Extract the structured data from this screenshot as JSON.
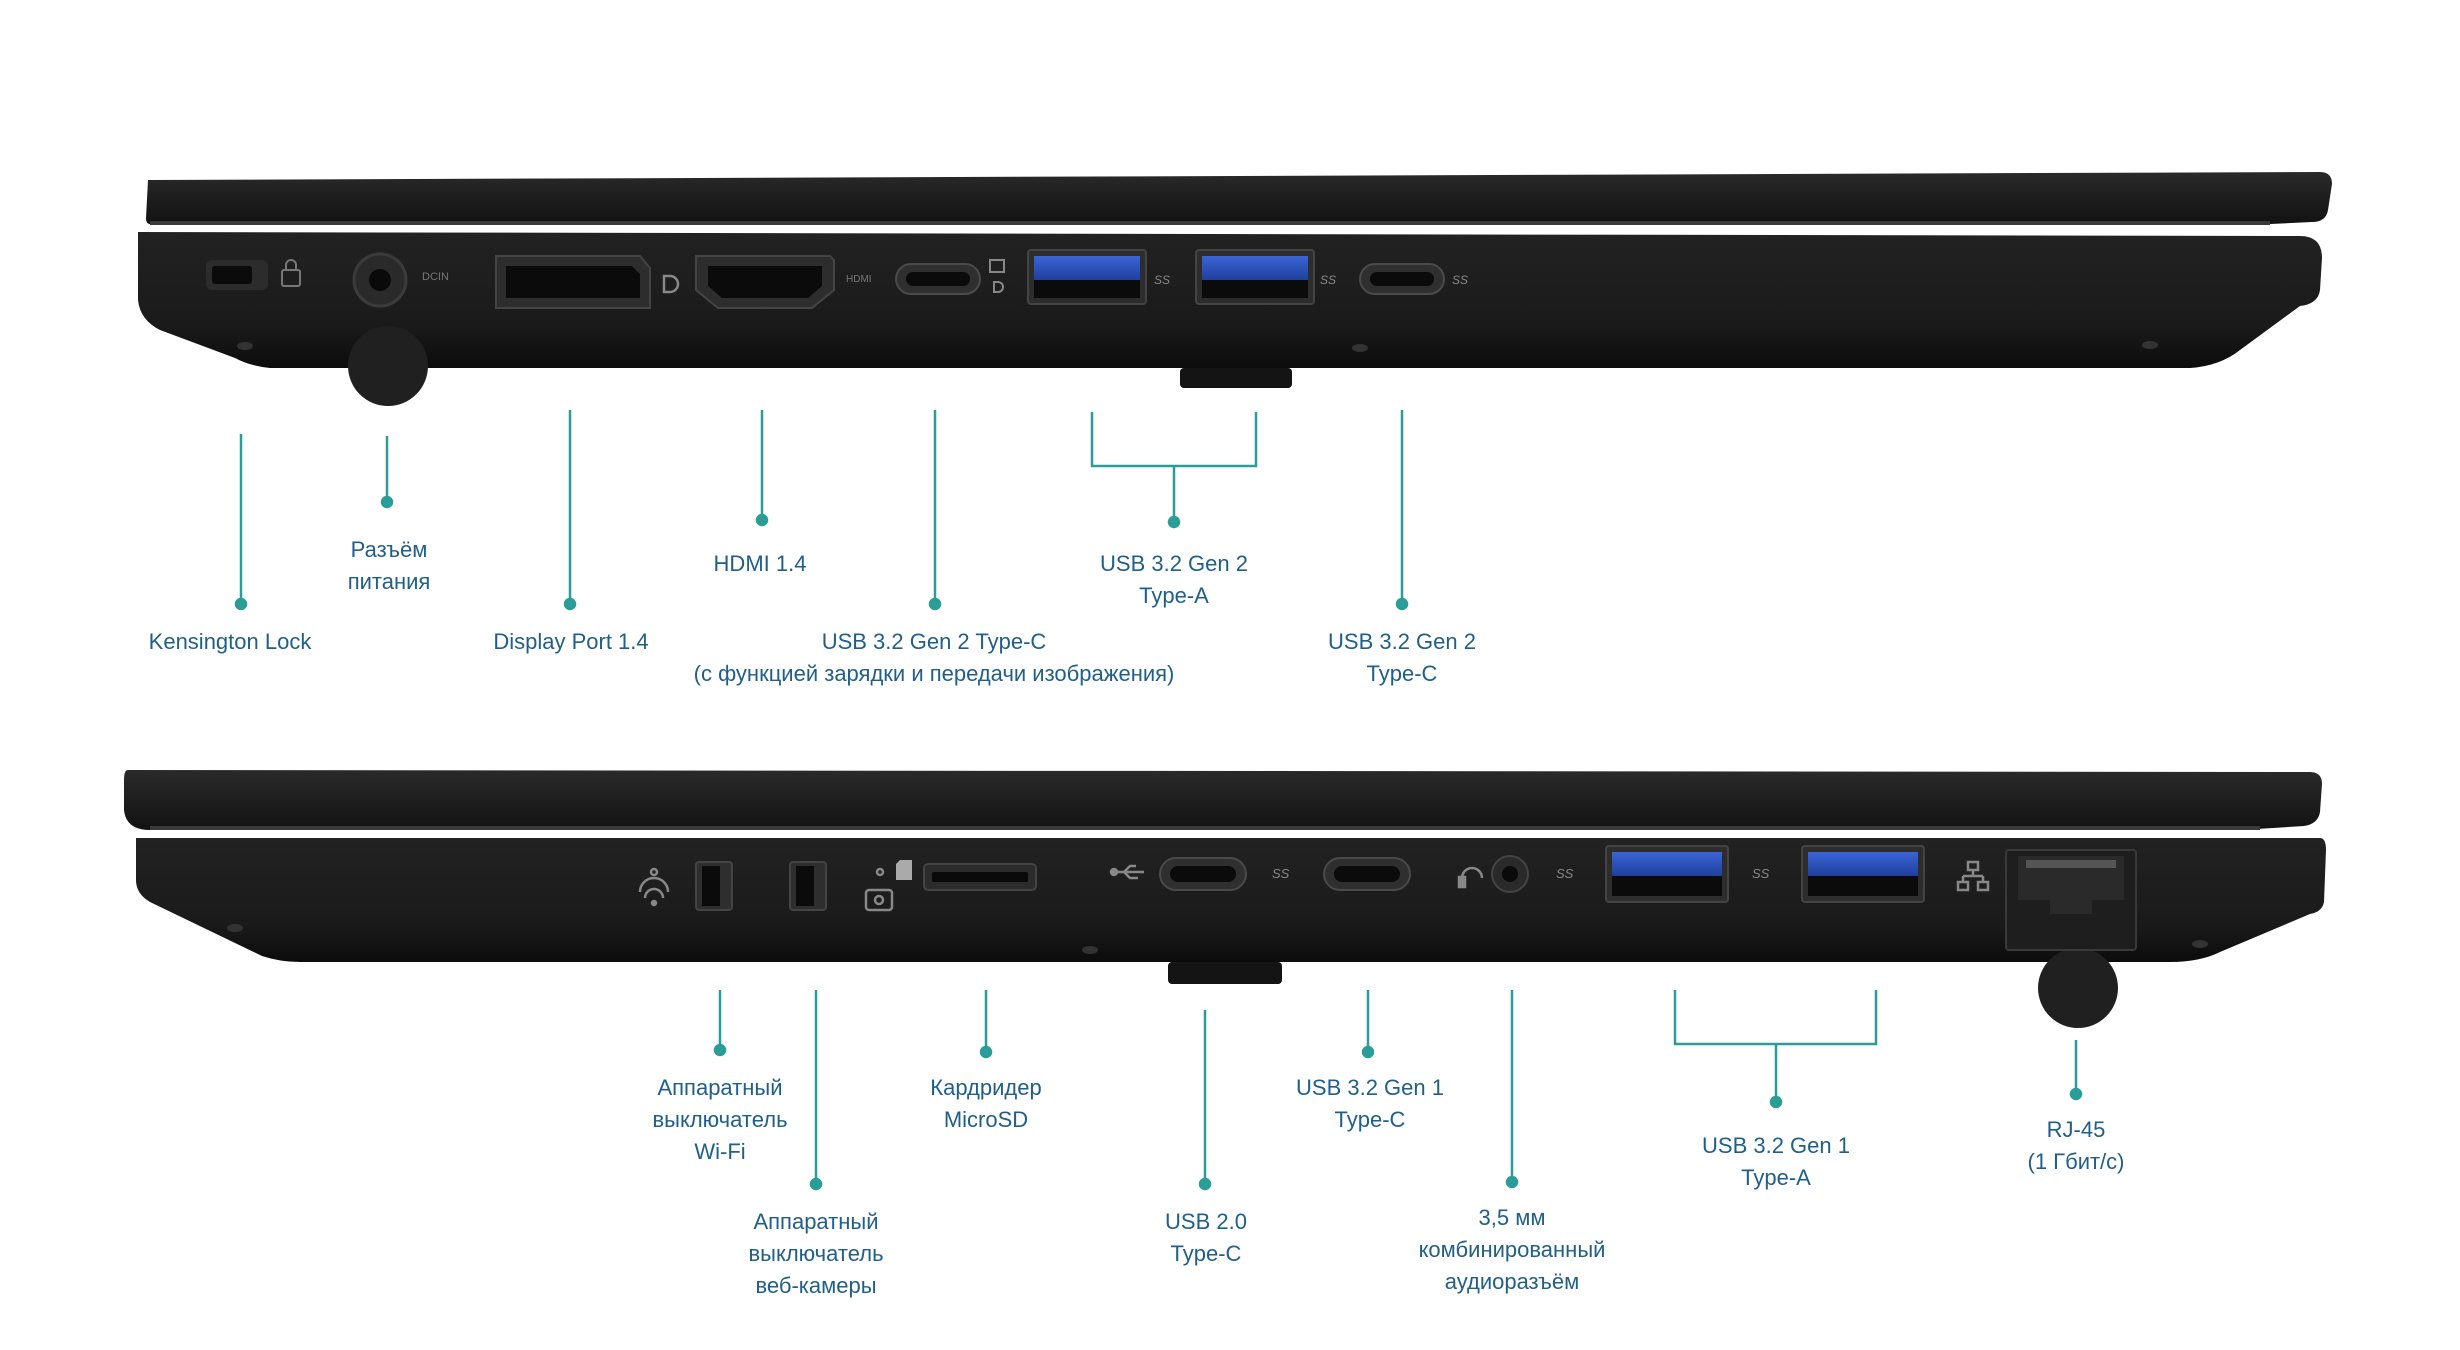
{
  "colors": {
    "body": "#1b1b1b",
    "body_dark": "#101010",
    "port_blue": "#2a4fb8",
    "leader": "#2a9d97",
    "label": "#1f5f8a"
  },
  "top_view": {
    "icons": [
      "lock-icon",
      "dc-in-icon",
      "displayport-icon",
      "hdmi-icon",
      "thunderbolt-dp-icon",
      "ss-usb-icon",
      "ss-usb-icon",
      "ss-usb-icon"
    ],
    "port_markings": {
      "dcin": "DCIN",
      "hdmi": "HDMI",
      "ss1": "SS",
      "ss2": "SS",
      "ss3": "SS"
    }
  },
  "bottom_view": {
    "icons": [
      "wifi-icon",
      "camera-icon",
      "sd-card-icon",
      "usb-icon",
      "ss-usb-icon",
      "headset-icon",
      "ss-usb-icon",
      "ss-usb-icon",
      "network-icon"
    ],
    "port_markings": {
      "ss1": "SS",
      "ss2": "SS",
      "ss3": "SS"
    }
  },
  "labels": {
    "kensington": [
      "Kensington Lock"
    ],
    "power": [
      "Разъём",
      "питания"
    ],
    "displayport": [
      "Display Port 1.4"
    ],
    "hdmi": [
      "HDMI 1.4"
    ],
    "usbc_charge": [
      "USB 3.2 Gen 2 Type-C",
      "(с функцией зарядки и передачи изображения)"
    ],
    "usba_gen2": [
      "USB 3.2 Gen 2",
      "Type-A"
    ],
    "usbc_gen2": [
      "USB 3.2 Gen 2",
      "Type-C"
    ],
    "wifi_switch": [
      "Аппаратный",
      "выключатель",
      "Wi-Fi"
    ],
    "cam_switch": [
      "Аппаратный",
      "выключатель",
      "веб-камеры"
    ],
    "cardreader": [
      "Кардридер",
      "MicroSD"
    ],
    "usb20": [
      "USB 2.0",
      "Type-C"
    ],
    "usbc_gen1": [
      "USB 3.2 Gen 1",
      "Type-C"
    ],
    "audio": [
      "3,5 мм",
      "комбинированный",
      "аудиоразъём"
    ],
    "usba_gen1": [
      "USB 3.2 Gen 1",
      "Type-A"
    ],
    "rj45": [
      "RJ-45",
      "(1 Гбит/с)"
    ]
  }
}
